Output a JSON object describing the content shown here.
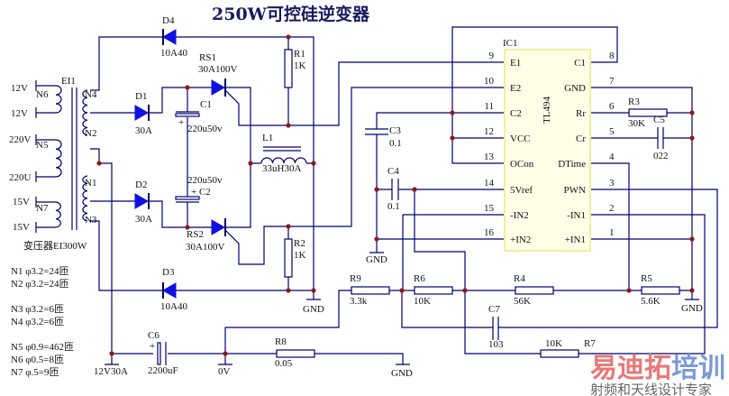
{
  "title": "250W可控硅逆变器",
  "transformer": {
    "name": "EI1",
    "caption": "变压器EI300W",
    "terminals": [
      "12V",
      "12V",
      "220V",
      "220U",
      "15V",
      "15V"
    ],
    "windings": [
      "N6",
      "N5",
      "N7",
      "N4",
      "N2",
      "N1",
      "N3"
    ],
    "specs": [
      "N1  φ3.2=24匝",
      "N2  φ3.2=24匝",
      "N3  φ3.2=6匝",
      "N4  φ3.2=6匝",
      "N5  φ0.9=462匝",
      "N6  φ0.5=8匝",
      "N7  φ.5=9匝"
    ]
  },
  "components": {
    "D4": {
      "ref": "D4",
      "value": "10A40"
    },
    "D1": {
      "ref": "D1",
      "value": "30A"
    },
    "D2": {
      "ref": "D2",
      "value": "30A"
    },
    "D3": {
      "ref": "D3",
      "value": "10A40"
    },
    "RS1": {
      "ref": "RS1",
      "value": "30A100V"
    },
    "RS2": {
      "ref": "RS2",
      "value": "30A100V"
    },
    "C1": {
      "ref": "C1",
      "value": "220u50v",
      "plus": "+"
    },
    "C2": {
      "ref": "+ C2",
      "value": "220u50v"
    },
    "R1": {
      "ref": "R1",
      "value": "1K"
    },
    "R2": {
      "ref": "R2",
      "value": "1K"
    },
    "L1": {
      "ref": "L1",
      "value": "33uH30A"
    },
    "C3": {
      "ref": "C3",
      "value": "0.1"
    },
    "C4": {
      "ref": "C4",
      "value": "0.1"
    },
    "R3": {
      "ref": "R3",
      "value": "30K"
    },
    "C5": {
      "ref": "C5",
      "value": "022"
    },
    "R9": {
      "ref": "R9",
      "value": "3.3k"
    },
    "R6": {
      "ref": "R6",
      "value": "10K"
    },
    "R4": {
      "ref": "R4",
      "value": "56K"
    },
    "R5": {
      "ref": "R5",
      "value": "5.6K"
    },
    "C7": {
      "ref": "C7",
      "value": "103"
    },
    "R7": {
      "ref": "R7",
      "value": "10K"
    },
    "C6": {
      "ref": "C6",
      "value": "2200uF",
      "plus": "+"
    },
    "R8": {
      "ref": "R8",
      "value": "0.05"
    }
  },
  "ic": {
    "ref": "IC1",
    "part": "TL494",
    "left_pins": [
      {
        "num": "9",
        "name": "E1"
      },
      {
        "num": "10",
        "name": "E2"
      },
      {
        "num": "11",
        "name": "C2"
      },
      {
        "num": "12",
        "name": "VCC"
      },
      {
        "num": "13",
        "name": "OCon"
      },
      {
        "num": "14",
        "name": "5Vref"
      },
      {
        "num": "15",
        "name": "-IN2"
      },
      {
        "num": "16",
        "name": "+IN2"
      }
    ],
    "right_pins": [
      {
        "num": "8",
        "name": "C1"
      },
      {
        "num": "7",
        "name": "GND"
      },
      {
        "num": "6",
        "name": "Rr"
      },
      {
        "num": "5",
        "name": "Cr"
      },
      {
        "num": "4",
        "name": "DTime"
      },
      {
        "num": "3",
        "name": "PWN"
      },
      {
        "num": "2",
        "name": "-IN1"
      },
      {
        "num": "1",
        "name": "+IN1"
      }
    ]
  },
  "nets": {
    "gnd": "GND",
    "out": "12V30A",
    "zero": "0V"
  },
  "watermark": {
    "brand_red": "易迪拓",
    "brand_blue": "培训",
    "slogan": "射频和天线设计专家"
  },
  "colors": {
    "wire": "#000070",
    "diode": "#1010e0",
    "junction": "#8b1a1a",
    "ic_fill": "#ffffe8",
    "watermark_red": "#e87878",
    "watermark_blue": "#7a9ad8"
  }
}
